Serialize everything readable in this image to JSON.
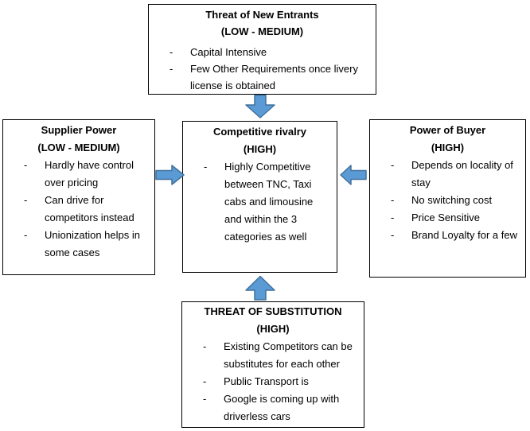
{
  "diagram": {
    "bullet_marker": "-",
    "colors": {
      "arrow_fill": "#5b9bd5",
      "arrow_stroke": "#41719c",
      "box_border": "#000000",
      "text": "#000000",
      "background": "#ffffff"
    },
    "boxes": {
      "top": {
        "title": "Threat of New Entrants",
        "rating": "(LOW - MEDIUM)",
        "bullets": [
          [
            "Capital Intensive"
          ],
          [
            "Few Other Requirements once livery",
            "license is obtained"
          ]
        ]
      },
      "left": {
        "title": "Supplier Power",
        "rating": "(LOW - MEDIUM)",
        "bullets": [
          [
            "Hardly have control",
            "over pricing"
          ],
          [
            "Can drive for",
            "competitors instead"
          ],
          [
            "Unionization helps in",
            "some cases"
          ]
        ]
      },
      "center": {
        "title": "Competitive rivalry",
        "rating": "(HIGH)",
        "bullets": [
          [
            "Highly Competitive",
            "between TNC, Taxi",
            "cabs and limousine",
            "and within the 3",
            "categories as well"
          ]
        ]
      },
      "right": {
        "title": "Power of Buyer",
        "rating": "(HIGH)",
        "bullets": [
          [
            "Depends on locality of",
            "stay"
          ],
          [
            "No switching cost"
          ],
          [
            "Price Sensitive"
          ],
          [
            "Brand Loyalty for a few"
          ]
        ]
      },
      "bottom": {
        "title": "THREAT OF SUBSTITUTION",
        "rating": "(HIGH)",
        "bullets": [
          [
            "Existing Competitors can be",
            "substitutes for each other"
          ],
          [
            "Public Transport is"
          ],
          [
            "Google is coming up with",
            "driverless cars"
          ]
        ]
      }
    }
  }
}
